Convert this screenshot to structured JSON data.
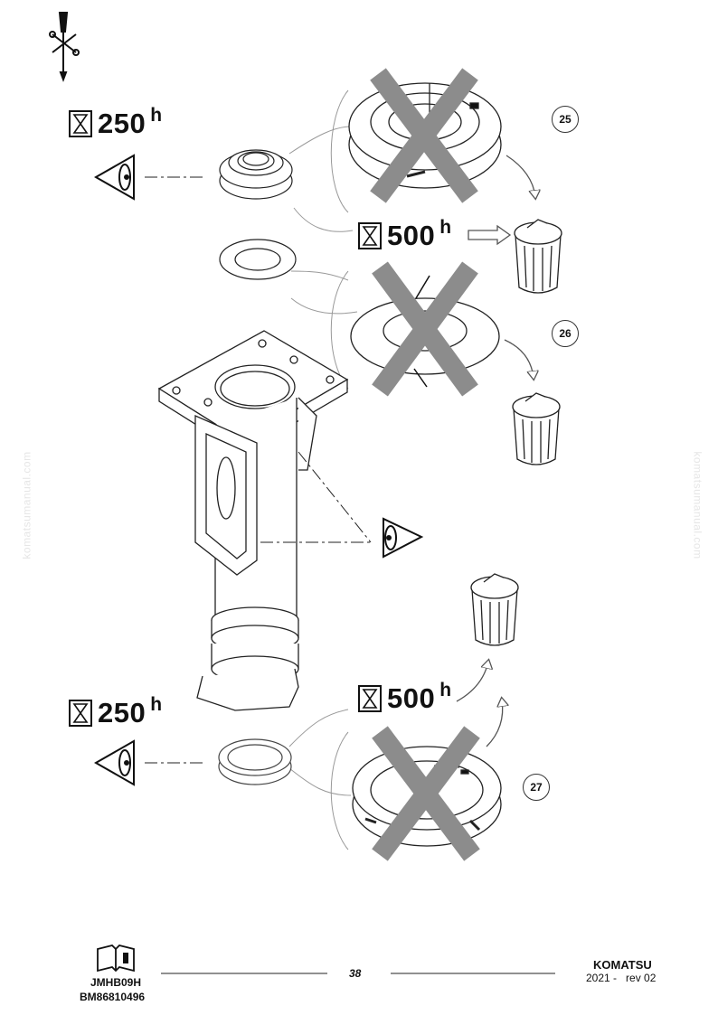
{
  "intervals": {
    "top_left": {
      "value": "250",
      "unit": "h"
    },
    "middle_upper": {
      "value": "500",
      "unit": "h"
    },
    "middle_lower": {
      "value": "500",
      "unit": "h"
    },
    "bottom_left": {
      "value": "250",
      "unit": "h"
    }
  },
  "callouts": {
    "first": "25",
    "second": "26",
    "third": "27"
  },
  "watermark": {
    "text": "komatsumanual.com"
  },
  "footer": {
    "model_code": "JMHB09H",
    "manual_code": "BM86810496",
    "page_number": "38",
    "brand": "KOMATSU",
    "revision": "2021 -   rev 02"
  },
  "icons": [
    "service-tools-icon",
    "hourglass-icon",
    "eye-icon",
    "waste-bin-icon",
    "manual-book-icon"
  ],
  "colors": {
    "cross_out": "#8c8c8c",
    "line": "#222222"
  }
}
